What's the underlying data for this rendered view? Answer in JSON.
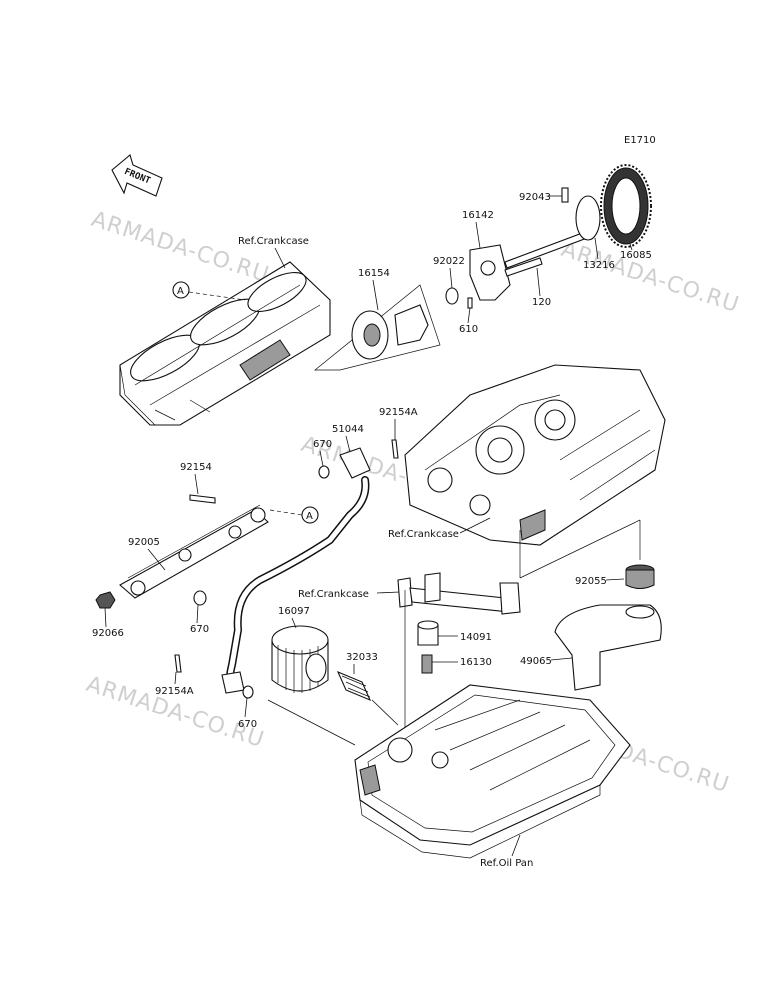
{
  "diagram": {
    "code": "E1710",
    "front_label": "FRONT",
    "watermark": "ARMADA-CO.RU",
    "callout_letter": "A",
    "refs": {
      "crankcase_top": "Ref.Crankcase",
      "crankcase_right": "Ref.Crankcase",
      "crankcase_mid": "Ref.Crankcase",
      "oil_pan": "Ref.Oil Pan"
    },
    "parts": {
      "p92043": "92043",
      "p16142": "16142",
      "p16085": "16085",
      "p13216": "13216",
      "p92022": "92022",
      "p16154": "16154",
      "p120": "120",
      "p610": "610",
      "p92154A_top": "92154A",
      "p51044": "51044",
      "p670_top": "670",
      "p92154": "92154",
      "p92005": "92005",
      "p92066": "92066",
      "p670_mid": "670",
      "p92055": "92055",
      "p16097": "16097",
      "p32033": "32033",
      "p14091": "14091",
      "p16130": "16130",
      "p49065": "49065",
      "p92154A_bot": "92154A",
      "p670_bot": "670"
    }
  }
}
